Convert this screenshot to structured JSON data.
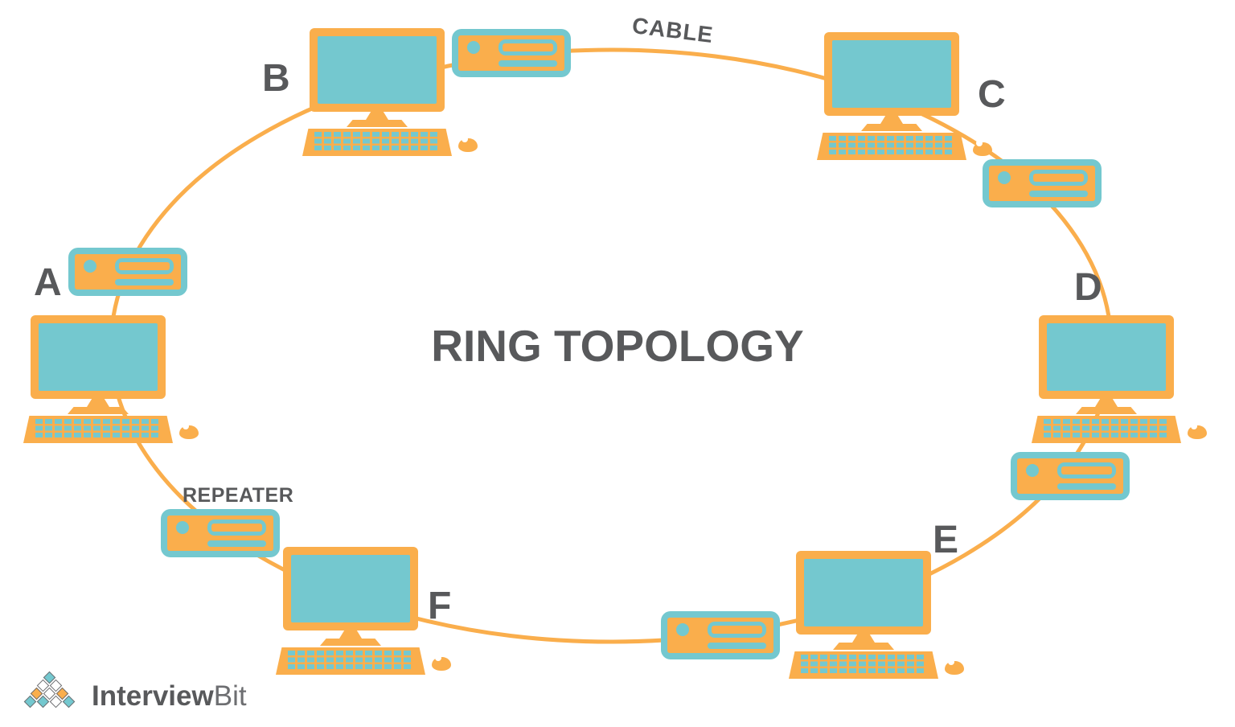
{
  "title": "RING TOPOLOGY",
  "cable_label": "CABLE",
  "repeater_label": "REPEATER",
  "nodes": [
    {
      "label": "A"
    },
    {
      "label": "B"
    },
    {
      "label": "C"
    },
    {
      "label": "D"
    },
    {
      "label": "E"
    },
    {
      "label": "F"
    }
  ],
  "logo": {
    "brand_primary": "Interview",
    "brand_secondary": "Bit",
    "pyramid": [
      [
        "teal"
      ],
      [
        "white",
        "white"
      ],
      [
        "orange",
        "white",
        "orange"
      ],
      [
        "teal",
        "teal",
        "white",
        "teal"
      ]
    ]
  },
  "colors": {
    "cable_orange": "#FAAE4C",
    "device_teal": "#74C8CF",
    "label_gray": "#58595B"
  }
}
